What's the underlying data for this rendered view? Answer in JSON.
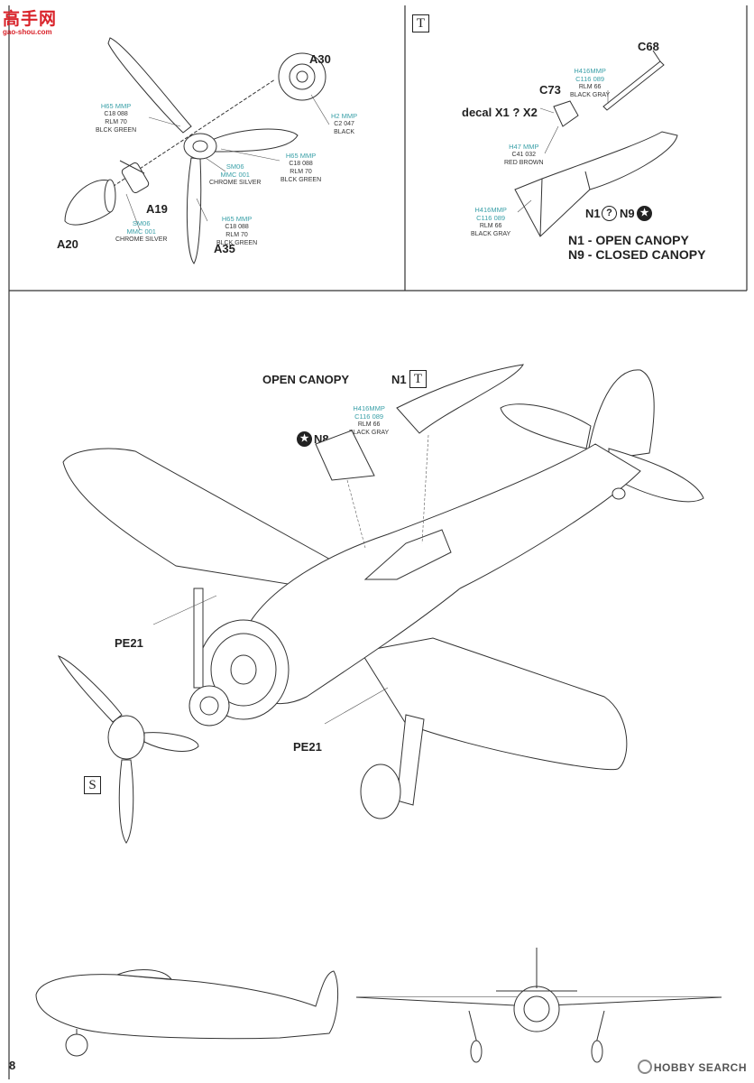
{
  "header": {
    "site_logo_text": "高手网",
    "site_url": "gao-shou.com"
  },
  "panel_left": {
    "parts": {
      "a30": "A30",
      "a19": "A19",
      "a20": "A20",
      "a35": "A35"
    },
    "paints": [
      {
        "code": "H65 MMP",
        "num": "C18 088",
        "name1": "RLM 70",
        "name2": "BLCK GREEN"
      },
      {
        "code": "H2 MMP",
        "num": "C2 047",
        "name1": "BLACK",
        "name2": ""
      },
      {
        "code": "H65 MMP",
        "num": "C18 088",
        "name1": "RLM 70",
        "name2": "BLCK GREEN"
      },
      {
        "code": "SM06",
        "num": "MMC 001",
        "name1": "CHROME SILVER",
        "name2": ""
      },
      {
        "code": "H65 MMP",
        "num": "C18 088",
        "name1": "RLM 70",
        "name2": "BLCK GREEN"
      },
      {
        "code": "SM06",
        "num": "MMC 001",
        "name1": "CHROME SILVER",
        "name2": ""
      }
    ]
  },
  "panel_right": {
    "box_letter": "T",
    "parts": {
      "c68": "C68",
      "c73": "C73",
      "decal": "decal X1 ? X2"
    },
    "paints": [
      {
        "code": "H416MMP",
        "num": "C116 089",
        "name1": "RLM 66",
        "name2": "BLACK GRAY"
      },
      {
        "code": "H47 MMP",
        "num": "C41 032",
        "name1": "RED BROWN",
        "name2": ""
      },
      {
        "code": "H416MMP",
        "num": "C116 089",
        "name1": "RLM 66",
        "name2": "BLACK GRAY"
      }
    ],
    "option_n1": "N1",
    "option_n9": "N9",
    "option_question": "?",
    "option_star": "★",
    "legend_open": "N1 - OPEN CANOPY",
    "legend_closed": "N9 - CLOSED CANOPY"
  },
  "main_panel": {
    "heading": "OPEN CANOPY",
    "n1": "N1",
    "t_box": "T",
    "n8": "N8",
    "star": "★",
    "paint": {
      "code": "H416MMP",
      "num": "C116 089",
      "name1": "RLM 66",
      "name2": "BLACK GRAY"
    },
    "pe21_upper": "PE21",
    "pe21_lower": "PE21",
    "s_box": "S"
  },
  "footer": {
    "page_number": "8",
    "watermark": "HOBBY SEARCH"
  }
}
